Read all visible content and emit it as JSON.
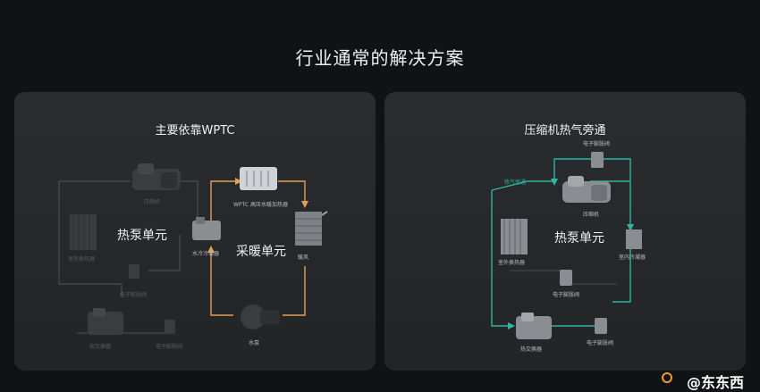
{
  "slide": {
    "title": "行业通常的解决方案"
  },
  "left_panel": {
    "title": "主要依靠WPTC",
    "unit_heat_pump": "热泵单元",
    "unit_heating": "采暖单元",
    "components": {
      "compressor": "压缩机",
      "outdoor_hx": "室外换热器",
      "eev": "电子膨胀阀",
      "heat_exchanger": "热交换器",
      "expansion_valve": "电子膨胀阀",
      "water_cooled_condenser": "水冷冷凝器",
      "wptc": "WPTC 高压水暖加热器",
      "warm_air": "暖风",
      "water_pump": "水泵"
    },
    "colors": {
      "heating_loop": "#e0a052",
      "dim_loop": "#4a4c50"
    }
  },
  "right_panel": {
    "title": "压缩机热气旁通",
    "unit_heat_pump": "热泵单元",
    "components": {
      "eev_top": "电子膨胀阀",
      "hot_gas_bypass": "热气旁通",
      "compressor": "压缩机",
      "outdoor_hx": "室外换热器",
      "indoor_condenser": "室内冷凝器",
      "eev_mid": "电子膨胀阀",
      "heat_exchanger": "热交换器",
      "eev_bottom": "电子膨胀阀"
    },
    "colors": {
      "loop": "#2fb5a0"
    }
  },
  "watermark": {
    "text": "@东东西"
  }
}
